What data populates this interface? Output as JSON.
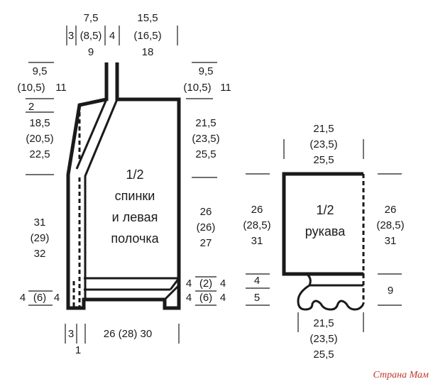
{
  "back": {
    "title_line1": "1/2",
    "title_line2": "спинки",
    "title_line3": "и левая",
    "title_line4": "полочка",
    "top_left_a": "3",
    "top_mid_a": "7,5",
    "top_mid_b": "(8,5)",
    "top_mid_c": "9",
    "top_mid_d": "4",
    "top_right_a": "15,5",
    "top_right_b": "(16,5)",
    "top_right_c": "18",
    "shoulder_left_a": "9,5",
    "shoulder_left_b": "(10,5)",
    "shoulder_left_c": "11",
    "shoulder_right_a": "9,5",
    "shoulder_right_b": "(10,5)",
    "shoulder_right_c": "11",
    "left_two": "2",
    "left_neck_a": "18,5",
    "left_neck_b": "(20,5)",
    "left_neck_c": "22,5",
    "left_body_a": "31",
    "left_body_b": "(29)",
    "left_body_c": "32",
    "left_hem_a": "4",
    "left_hem_b": "(6)",
    "left_hem_c": "4",
    "right_arm_a": "21,5",
    "right_arm_b": "(23,5)",
    "right_arm_c": "25,5",
    "right_body_a": "26",
    "right_body_b": "(26)",
    "right_body_c": "27",
    "right_hem1_a": "4",
    "right_hem1_b": "(2)",
    "right_hem1_c": "4",
    "right_hem2_a": "4",
    "right_hem2_b": "(6)",
    "right_hem2_c": "4",
    "bottom_a": "3",
    "bottom_b": "1",
    "bottom_c": "26 (28) 30"
  },
  "sleeve": {
    "title_line1": "1/2",
    "title_line2": "рукава",
    "top_a": "21,5",
    "top_b": "(23,5)",
    "top_c": "25,5",
    "left_a": "26",
    "left_b": "(28,5)",
    "left_c": "31",
    "right_a": "26",
    "right_b": "(28,5)",
    "right_c": "31",
    "cuff_a": "4",
    "cuff_b": "5",
    "cuff_right": "9",
    "bottom_a": "21,5",
    "bottom_b": "(23,5)",
    "bottom_c": "25,5"
  },
  "watermark": "Страна Мам"
}
